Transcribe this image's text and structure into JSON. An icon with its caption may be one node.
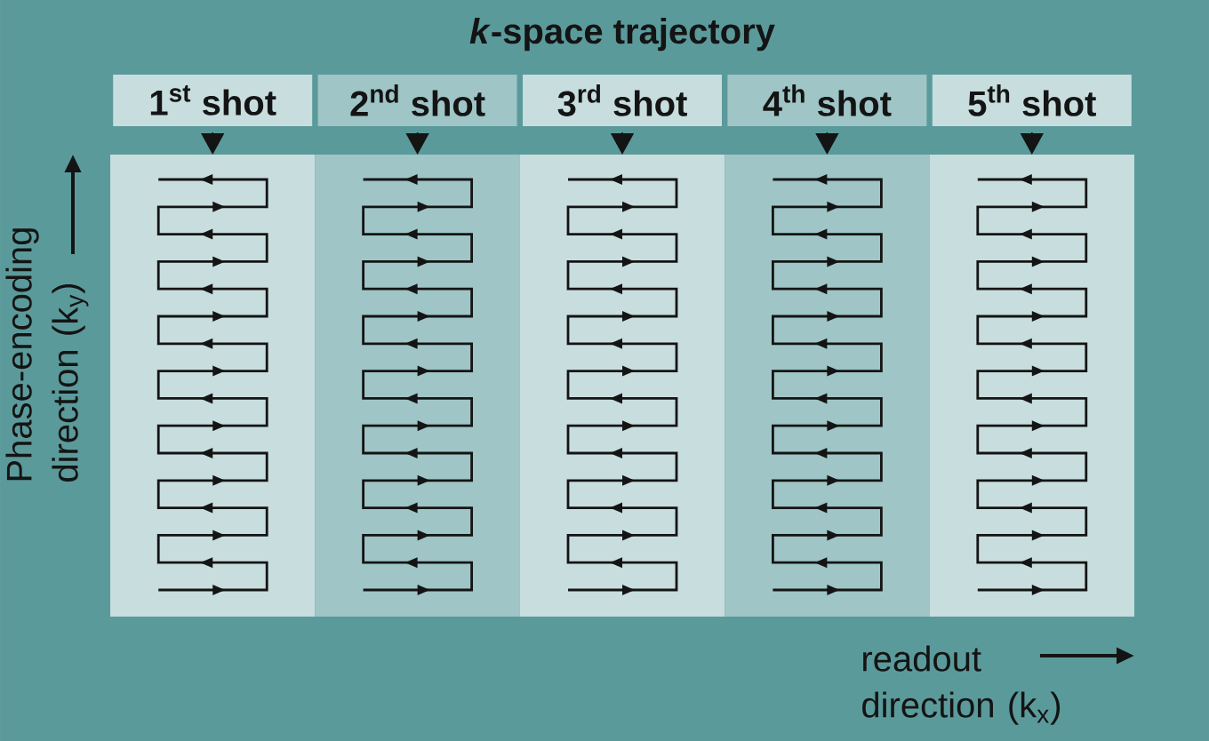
{
  "diagram": {
    "title": "*k*-space trajectory",
    "nodes": [
      {
        "text": [
          "1$^{st}$ shot"
        ]
      },
      {
        "text": [
          "2$^{nd}$ shot"
        ]
      },
      {
        "text": [
          "3$^{rd}$ shot"
        ]
      },
      {
        "text": [
          "4$^{th}$ shot"
        ]
      },
      {
        "text": [
          "5$^{th}$ shot"
        ]
      },
      {
        "text": [],
        "shape": "box"
      },
      {
        "text": [],
        "shape": "box"
      },
      {
        "text": [],
        "shape": "box"
      },
      {
        "text": [],
        "shape": "box"
      },
      {
        "text": [],
        "shape": "box"
      }
    ],
    "edges": [
      {
        "from": 0,
        "to": 5,
        "arrow": "to"
      },
      {
        "from": 1,
        "to": 6,
        "arrow": "to"
      },
      {
        "from": 2,
        "to": 7,
        "arrow": "to"
      },
      {
        "from": 3,
        "to": 8,
        "arrow": "to"
      },
      {
        "from": 4,
        "to": 9,
        "arrow": "to"
      }
    ],
    "labels": [
      "Phase-encoding direction (k$_{y}$)",
      "readout direction (k$_{x}$)"
    ]
  }
}
